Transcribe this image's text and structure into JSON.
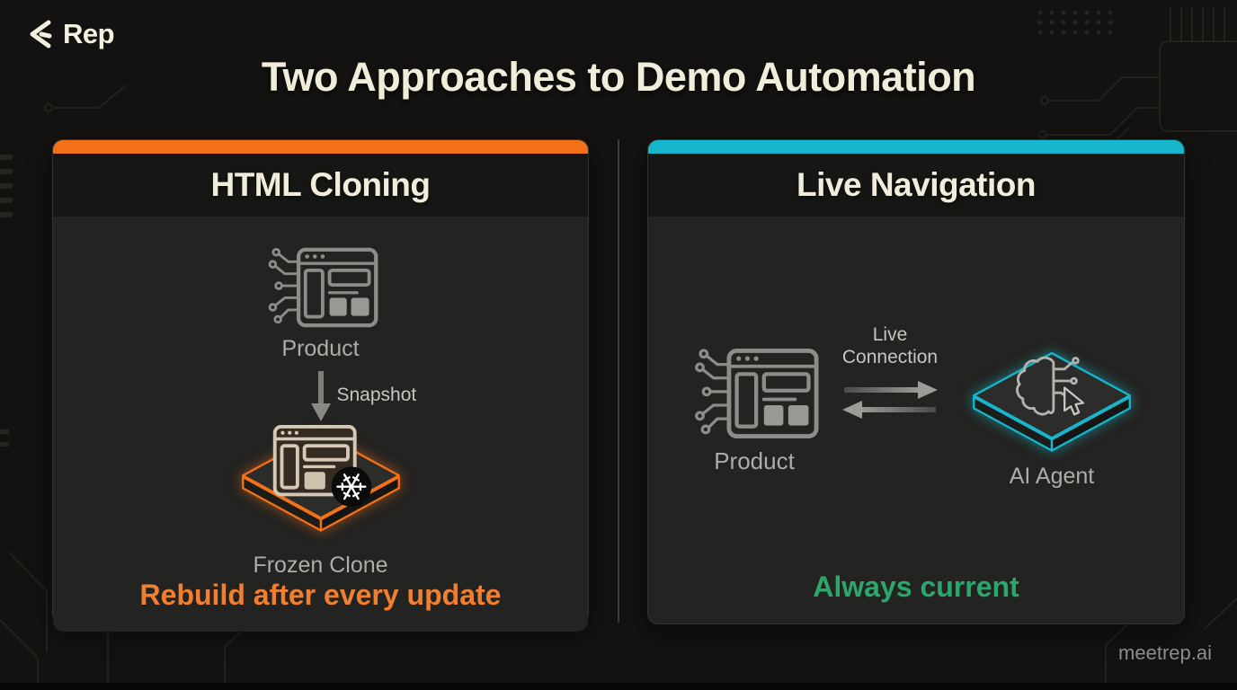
{
  "page": {
    "title": "Two Approaches to Demo Automation",
    "footer_site": "meetrep.ai"
  },
  "logo": {
    "text": "Rep"
  },
  "colors": {
    "background": "#131210",
    "card_body": "#232321",
    "card_header": "#161614",
    "cream_text": "#f2edda",
    "orange_accent": "#f4711a",
    "orange_verdict": "#f08030",
    "teal_accent": "#16b7cc",
    "green_verdict": "#2ba76c",
    "gray_label": "#aeaca9"
  },
  "cards": {
    "html_cloning": {
      "title": "HTML Cloning",
      "product_label": "Product",
      "flow_label": "Snapshot",
      "result_label": "Frozen Clone",
      "verdict": "Rebuild after every update"
    },
    "live_navigation": {
      "title": "Live Navigation",
      "product_label": "Product",
      "connection_label": "Live Connection",
      "agent_label": "AI Agent",
      "verdict": "Always current"
    }
  }
}
